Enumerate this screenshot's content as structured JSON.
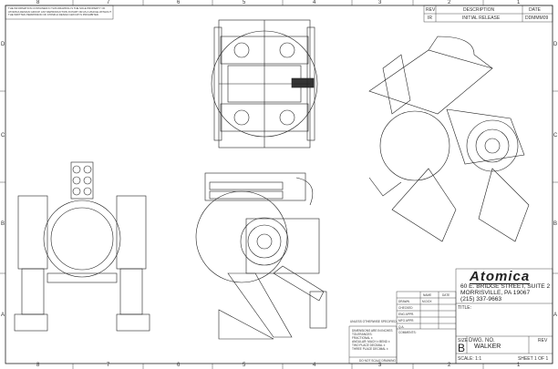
{
  "notice": "THE INFORMATION CONTAINED IN THIS DRAWING IS THE SOLE PROPERTY OF ATOMICA DESIGN GROUP. ANY REPRODUCTION IN PART OR AS A WHOLE WITHOUT THE WRITTEN PERMISSION OF ATOMICA DESIGN GROUP IS PROHIBITED.",
  "zones": {
    "columns": [
      "8",
      "7",
      "6",
      "5",
      "4",
      "3",
      "2",
      "1"
    ],
    "rows": [
      "D",
      "C",
      "B",
      "A"
    ]
  },
  "revision_block": {
    "headers": {
      "rev": "REV",
      "description": "DESCRIPTION",
      "date": "DATE"
    },
    "rows": [
      {
        "rev": "IR",
        "description": "INITIAL RELEASE",
        "date": "DDMMM09"
      }
    ]
  },
  "company": {
    "logo": "Atomica",
    "address1": "60 E. BRIDGE STREET, SUITE 2",
    "address2": "MORRISVILLE, PA 19067",
    "phone": "(215) 337-9663"
  },
  "approvals": {
    "name_header": "NAME",
    "date_header": "DATE",
    "rows": [
      {
        "label": "DRAWN",
        "name": "M.DOX"
      },
      {
        "label": "CHECKED",
        "name": ""
      },
      {
        "label": "ENG APPR.",
        "name": ""
      },
      {
        "label": "MFG APPR.",
        "name": ""
      },
      {
        "label": "Q.A.",
        "name": ""
      },
      {
        "label": "COMMENTS:",
        "name": ""
      }
    ]
  },
  "tolerances": {
    "heading": "UNLESS OTHERWISE SPECIFIED:",
    "lines": [
      "DIMENSIONS ARE IN INCHES",
      "TOLERANCES:",
      "FRACTIONAL ±",
      "ANGULAR: MACH ±   BEND ±",
      "TWO PLACE DECIMAL   ±",
      "THREE PLACE DECIMAL  ±"
    ],
    "note": "DO NOT SCALE DRAWING"
  },
  "title_block": {
    "title_label": "TITLE:",
    "size_label": "SIZE",
    "size": "B",
    "dwg_no_label": "DWG. NO.",
    "dwg_no": "WALKER",
    "rev_label": "REV",
    "scale": "SCALE: 1:1",
    "sheet": "SHEET 1 OF 1"
  }
}
